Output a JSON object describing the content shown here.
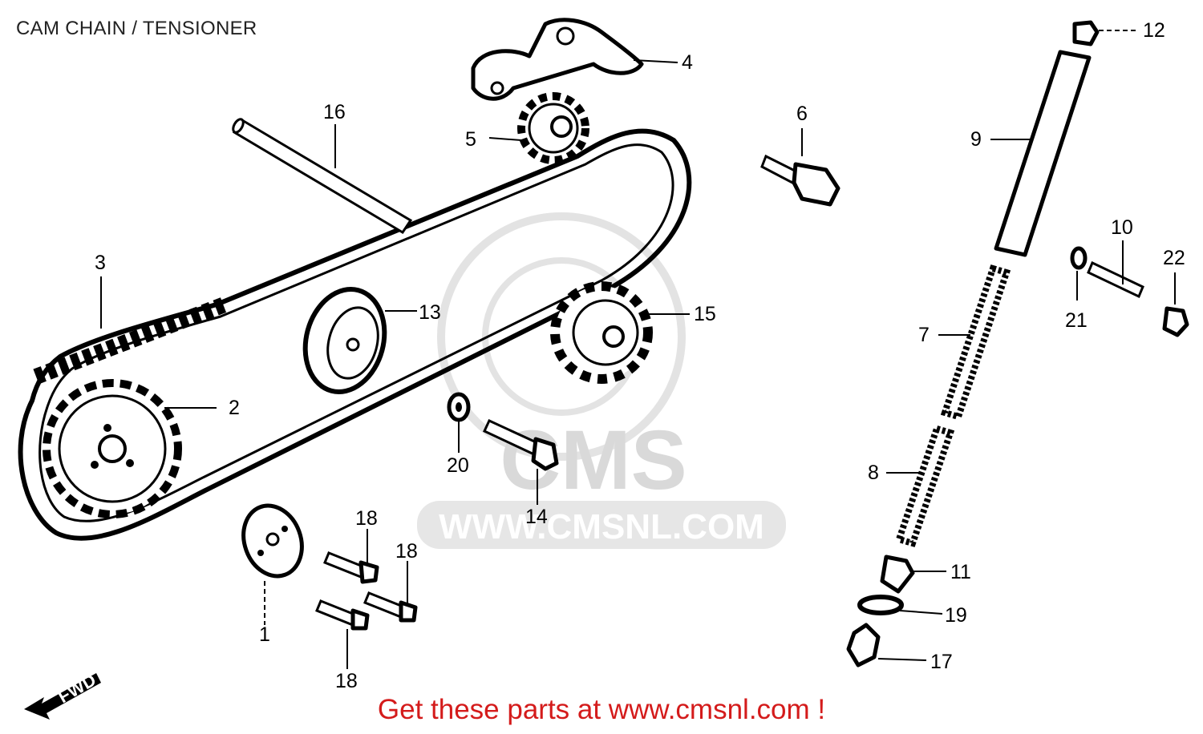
{
  "title": "CAM CHAIN / TENSIONER",
  "watermark": {
    "brand": "CMS",
    "url": "WWW.CMSNL.COM"
  },
  "direction_marker": "FWD",
  "footer": "Get these parts at www.cmsnl.com !",
  "callouts": [
    {
      "id": "1",
      "label": "1"
    },
    {
      "id": "2",
      "label": "2"
    },
    {
      "id": "3",
      "label": "3"
    },
    {
      "id": "4",
      "label": "4"
    },
    {
      "id": "5",
      "label": "5"
    },
    {
      "id": "6",
      "label": "6"
    },
    {
      "id": "7",
      "label": "7"
    },
    {
      "id": "8",
      "label": "8"
    },
    {
      "id": "9",
      "label": "9"
    },
    {
      "id": "10",
      "label": "10"
    },
    {
      "id": "11",
      "label": "11"
    },
    {
      "id": "12",
      "label": "12"
    },
    {
      "id": "13",
      "label": "13"
    },
    {
      "id": "14",
      "label": "14"
    },
    {
      "id": "15",
      "label": "15"
    },
    {
      "id": "16",
      "label": "16"
    },
    {
      "id": "17",
      "label": "17"
    },
    {
      "id": "18a",
      "label": "18"
    },
    {
      "id": "18b",
      "label": "18"
    },
    {
      "id": "18c",
      "label": "18"
    },
    {
      "id": "19",
      "label": "19"
    },
    {
      "id": "20",
      "label": "20"
    },
    {
      "id": "21",
      "label": "21"
    },
    {
      "id": "22",
      "label": "22"
    }
  ],
  "colors": {
    "ink": "#000000",
    "watermark": "#d9d9d9",
    "footer": "#d41b1b"
  }
}
